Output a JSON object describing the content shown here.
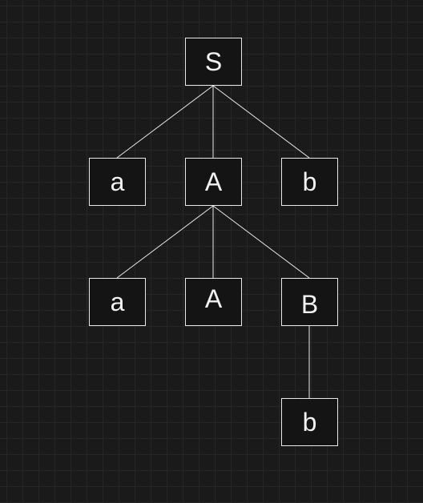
{
  "tree": {
    "nodes": [
      {
        "id": "S",
        "label": "S"
      },
      {
        "id": "a1",
        "label": "a"
      },
      {
        "id": "A1",
        "label": "A"
      },
      {
        "id": "b1",
        "label": "b"
      },
      {
        "id": "a2",
        "label": "a"
      },
      {
        "id": "A2",
        "label": "A"
      },
      {
        "id": "B",
        "label": "B"
      },
      {
        "id": "b2",
        "label": "b"
      }
    ],
    "edges": [
      [
        "S",
        "a1"
      ],
      [
        "S",
        "A1"
      ],
      [
        "S",
        "b1"
      ],
      [
        "A1",
        "a2"
      ],
      [
        "A1",
        "A2"
      ],
      [
        "A1",
        "B"
      ],
      [
        "B",
        "b2"
      ]
    ]
  },
  "colors": {
    "background": "#1a1a1a",
    "grid": "#262626",
    "node_fill": "#141414",
    "stroke": "#e8e8e8",
    "text": "#f2f2f2"
  }
}
